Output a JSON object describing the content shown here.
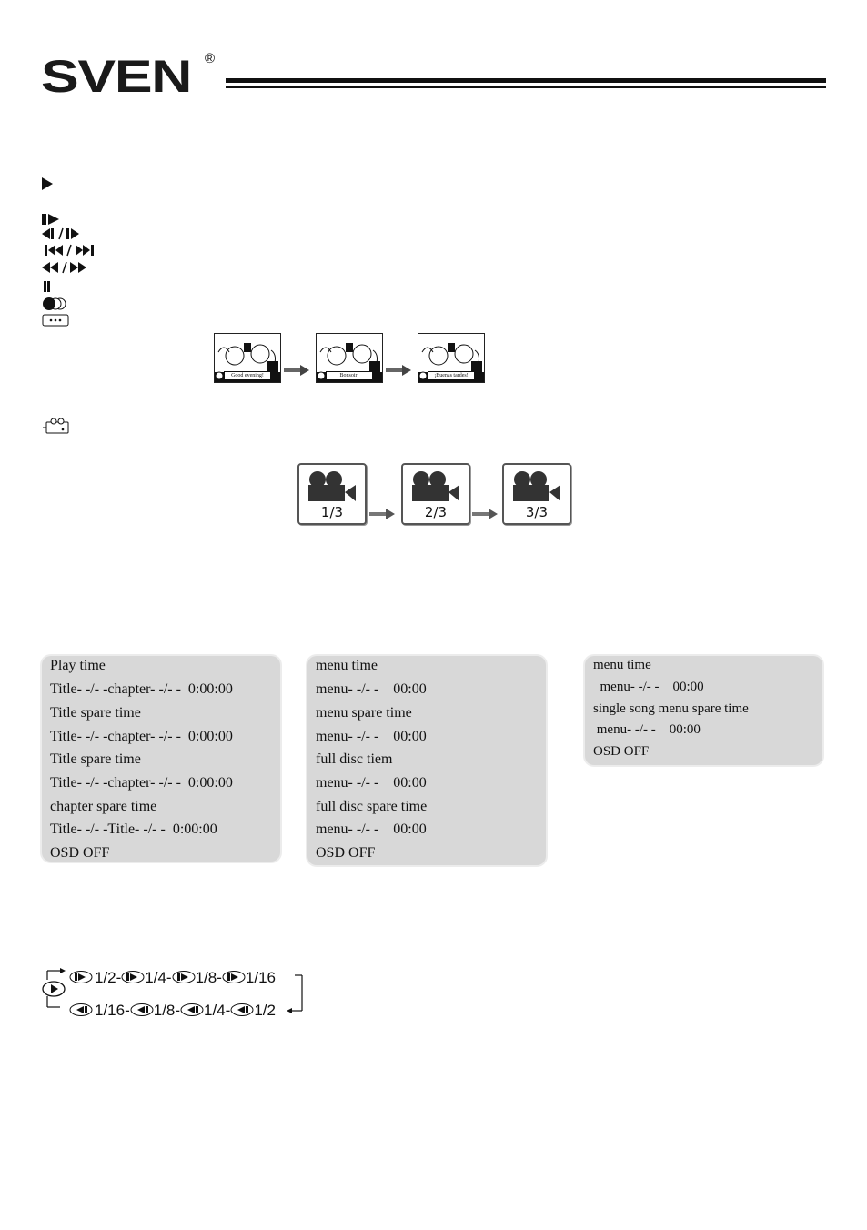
{
  "header": {
    "brand": "SVEN",
    "registered": "®"
  },
  "caption_panels": {
    "dvd": {
      "lines": [
        "Play time",
        "Title- -/- -chapter- -/- -  0:00:00",
        "Title spare time",
        "Title- -/- -chapter- -/- -  0:00:00",
        "Title spare time",
        "Title- -/- -chapter- -/- -  0:00:00",
        "chapter spare time",
        "Title- -/- -Title- -/- -  0:00:00",
        "OSD OFF"
      ]
    },
    "vcd": {
      "lines": [
        "menu time",
        "menu- -/- -    00:00",
        "menu spare time",
        "menu- -/- -    00:00",
        "full disc tiem",
        "menu- -/- -    00:00",
        "full disc spare time",
        "menu- -/- -    00:00",
        "OSD OFF"
      ]
    },
    "cd": {
      "lines": [
        "menu time",
        "  menu- -/- -    00:00",
        "single song menu spare time",
        " menu- -/- -    00:00",
        "OSD OFF"
      ]
    }
  },
  "subtitle_thumbs": [
    "Good evening!",
    "Bonsoir!",
    "¡Buenas tardes!"
  ],
  "angle_steps": [
    "1/3",
    "2/3",
    "3/3"
  ],
  "slow_forward": [
    "1/2-",
    "1/4-",
    "1/8-",
    "1/16"
  ],
  "slow_reverse": [
    "1/16-",
    "1/8-",
    "1/4-",
    "1/2"
  ],
  "icons": [
    "play-icon",
    "step-icon",
    "slow-icon",
    "skip-icon",
    "scan-icon",
    "pause-icon",
    "repeat-icon",
    "subtitle-icon",
    "angle-icon"
  ]
}
